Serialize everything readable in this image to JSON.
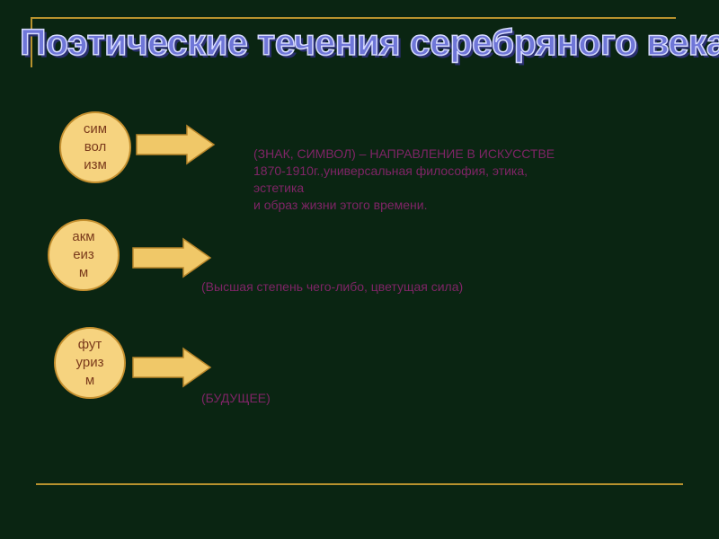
{
  "title": "Поэтические течения серебряного века",
  "colors": {
    "background": "#0a2512",
    "rule": "#b8922e",
    "title": "#6f76d8",
    "circle_fill": "#f6d37f",
    "circle_text": "#7a3a1c",
    "arrow_fill": "#f0c868",
    "description_text": "#7f2566"
  },
  "movements": [
    {
      "label_lines": [
        "сим",
        "вол",
        "изм"
      ],
      "description_lines": [
        "(ЗНАК, СИМВОЛ) – НАПРАВЛЕНИЕ В ИСКУССТВЕ",
        "1870-1910г.,универсальная философия, этика,",
        "эстетика",
        "и образ жизни этого времени."
      ]
    },
    {
      "label_lines": [
        "акм",
        "еиз",
        "м"
      ],
      "description_lines": [
        "(Высшая степень чего-либо, цветущая сила)"
      ]
    },
    {
      "label_lines": [
        "фут",
        "уриз",
        "м"
      ],
      "description_lines": [
        "(БУДУЩЕЕ)"
      ]
    }
  ]
}
